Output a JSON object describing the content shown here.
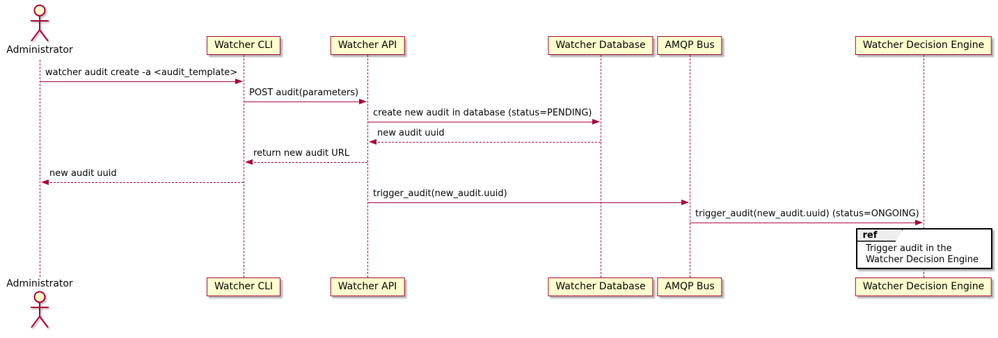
{
  "diagram": {
    "type": "sequence",
    "participants": [
      {
        "id": "administrator",
        "label": "Administrator",
        "kind": "actor"
      },
      {
        "id": "watcher-cli",
        "label": "Watcher CLI",
        "kind": "box"
      },
      {
        "id": "watcher-api",
        "label": "Watcher API",
        "kind": "box"
      },
      {
        "id": "watcher-database",
        "label": "Watcher Database",
        "kind": "box"
      },
      {
        "id": "amqp-bus",
        "label": "AMQP Bus",
        "kind": "box"
      },
      {
        "id": "watcher-decision-engine",
        "label": "Watcher Decision Engine",
        "kind": "box"
      }
    ],
    "messages": [
      {
        "from": "administrator",
        "to": "watcher-cli",
        "text": "watcher audit create -a <audit_template>",
        "line": "solid"
      },
      {
        "from": "watcher-cli",
        "to": "watcher-api",
        "text": "POST audit(parameters)",
        "line": "solid"
      },
      {
        "from": "watcher-api",
        "to": "watcher-database",
        "text": "create new audit in database (status=PENDING)",
        "line": "solid"
      },
      {
        "from": "watcher-database",
        "to": "watcher-api",
        "text": "new audit uuid",
        "line": "dashed"
      },
      {
        "from": "watcher-api",
        "to": "watcher-cli",
        "text": "return new audit URL",
        "line": "dashed"
      },
      {
        "from": "watcher-cli",
        "to": "administrator",
        "text": "new audit uuid",
        "line": "dashed"
      },
      {
        "from": "watcher-api",
        "to": "amqp-bus",
        "text": "trigger_audit(new_audit.uuid)",
        "line": "solid"
      },
      {
        "from": "amqp-bus",
        "to": "watcher-decision-engine",
        "text": "trigger_audit(new_audit.uuid) (status=ONGOING)",
        "line": "solid"
      }
    ],
    "ref": {
      "tag": "ref",
      "lines": [
        "Trigger audit in the",
        "Watcher Decision Engine"
      ],
      "over": "watcher-decision-engine"
    },
    "colors": {
      "participant_fill": "#FEFECE",
      "stroke": "#A80036",
      "ref_border": "#000000",
      "ref_tab_fill": "#EEEEEE",
      "background": "#FFFFFF"
    }
  }
}
